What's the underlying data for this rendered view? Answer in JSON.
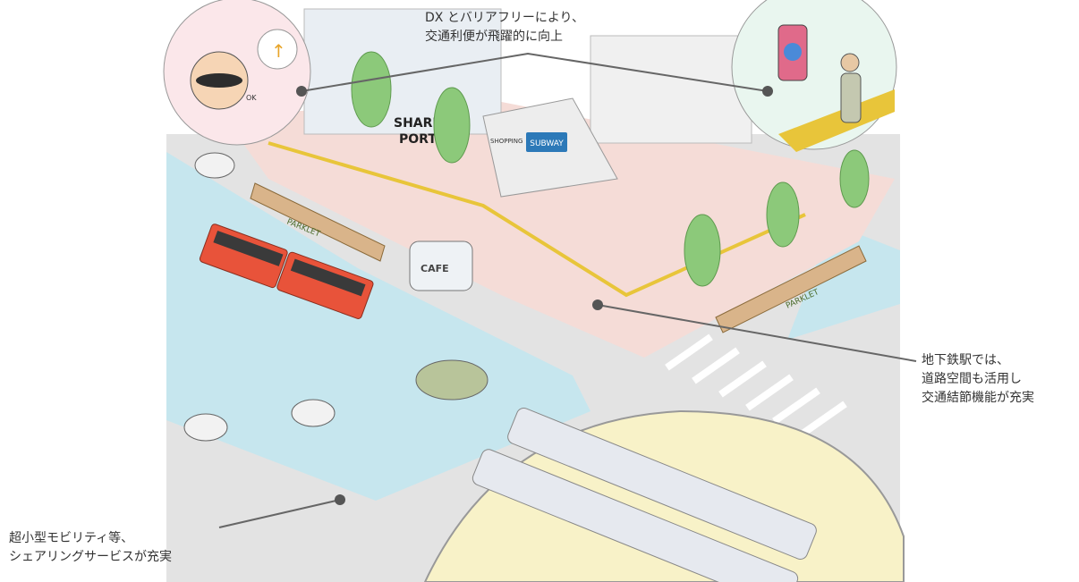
{
  "callouts": {
    "top": [
      "DX とバリアフリーにより、",
      "交通利便が飛躍的に向上"
    ],
    "right": [
      "地下鉄駅では、",
      "道路空間も活用し",
      "交通結節機能が充実"
    ],
    "left": [
      "超小型モビリティ等、",
      "シェアリングサービスが充実"
    ]
  },
  "signs": {
    "share_port": [
      "SHARE",
      "PORT"
    ],
    "shopping": "SHOPPING",
    "subway": "SUBWAY",
    "parklet": "PARKLET",
    "cafe": "CAFE",
    "ok": "OK"
  },
  "colors": {
    "plaza": "#f3d9d5",
    "road": "#dcdcdc",
    "bike_lane": "#bfe3ec",
    "tree": "#8cc97a",
    "bus": "#e8533a",
    "tunnel": "#f8f2c8",
    "guide_strip": "#e8c53a",
    "leader": "#666666"
  }
}
